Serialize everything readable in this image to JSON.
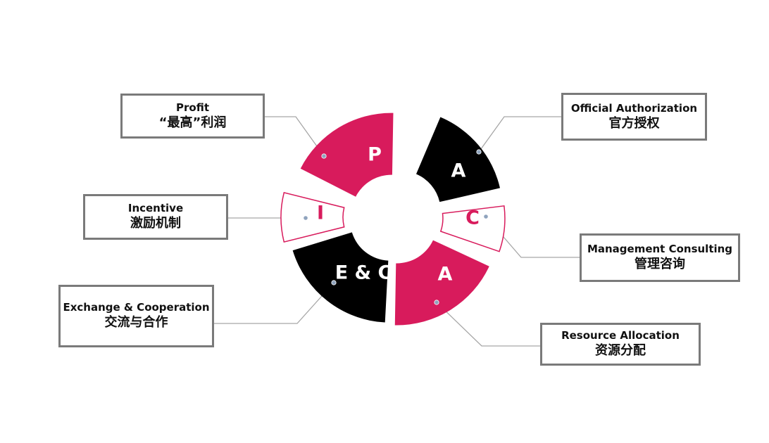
{
  "colors": {
    "crimson": "#d81b5c",
    "black": "#000000",
    "white": "#ffffff",
    "connector": "#a6a6a6",
    "box_border": "#7a7a7a"
  },
  "segments": [
    {
      "id": "profit",
      "letter": "P",
      "fill": "crimson",
      "letter_color": "white",
      "box": {
        "en": "Profit",
        "zh": "“最高”利润"
      }
    },
    {
      "id": "authorization",
      "letter": "A",
      "fill": "black",
      "letter_color": "white",
      "box": {
        "en": "Official Authorization",
        "zh": "官方授权"
      }
    },
    {
      "id": "consulting",
      "letter": "C",
      "fill": "white",
      "letter_color": "crimson",
      "box": {
        "en": "Management Consulting",
        "zh": "管理咨询"
      }
    },
    {
      "id": "allocation",
      "letter": "A",
      "fill": "crimson",
      "letter_color": "white",
      "box": {
        "en": "Resource Allocation",
        "zh": "资源分配"
      }
    },
    {
      "id": "exchange",
      "letter": "E & C",
      "fill": "black",
      "letter_color": "white",
      "box": {
        "en": "Exchange & Cooperation",
        "zh": "交流与合作"
      }
    },
    {
      "id": "incentive",
      "letter": "I",
      "fill": "white",
      "letter_color": "crimson",
      "box": {
        "en": "Incentive",
        "zh": "激励机制"
      }
    }
  ]
}
